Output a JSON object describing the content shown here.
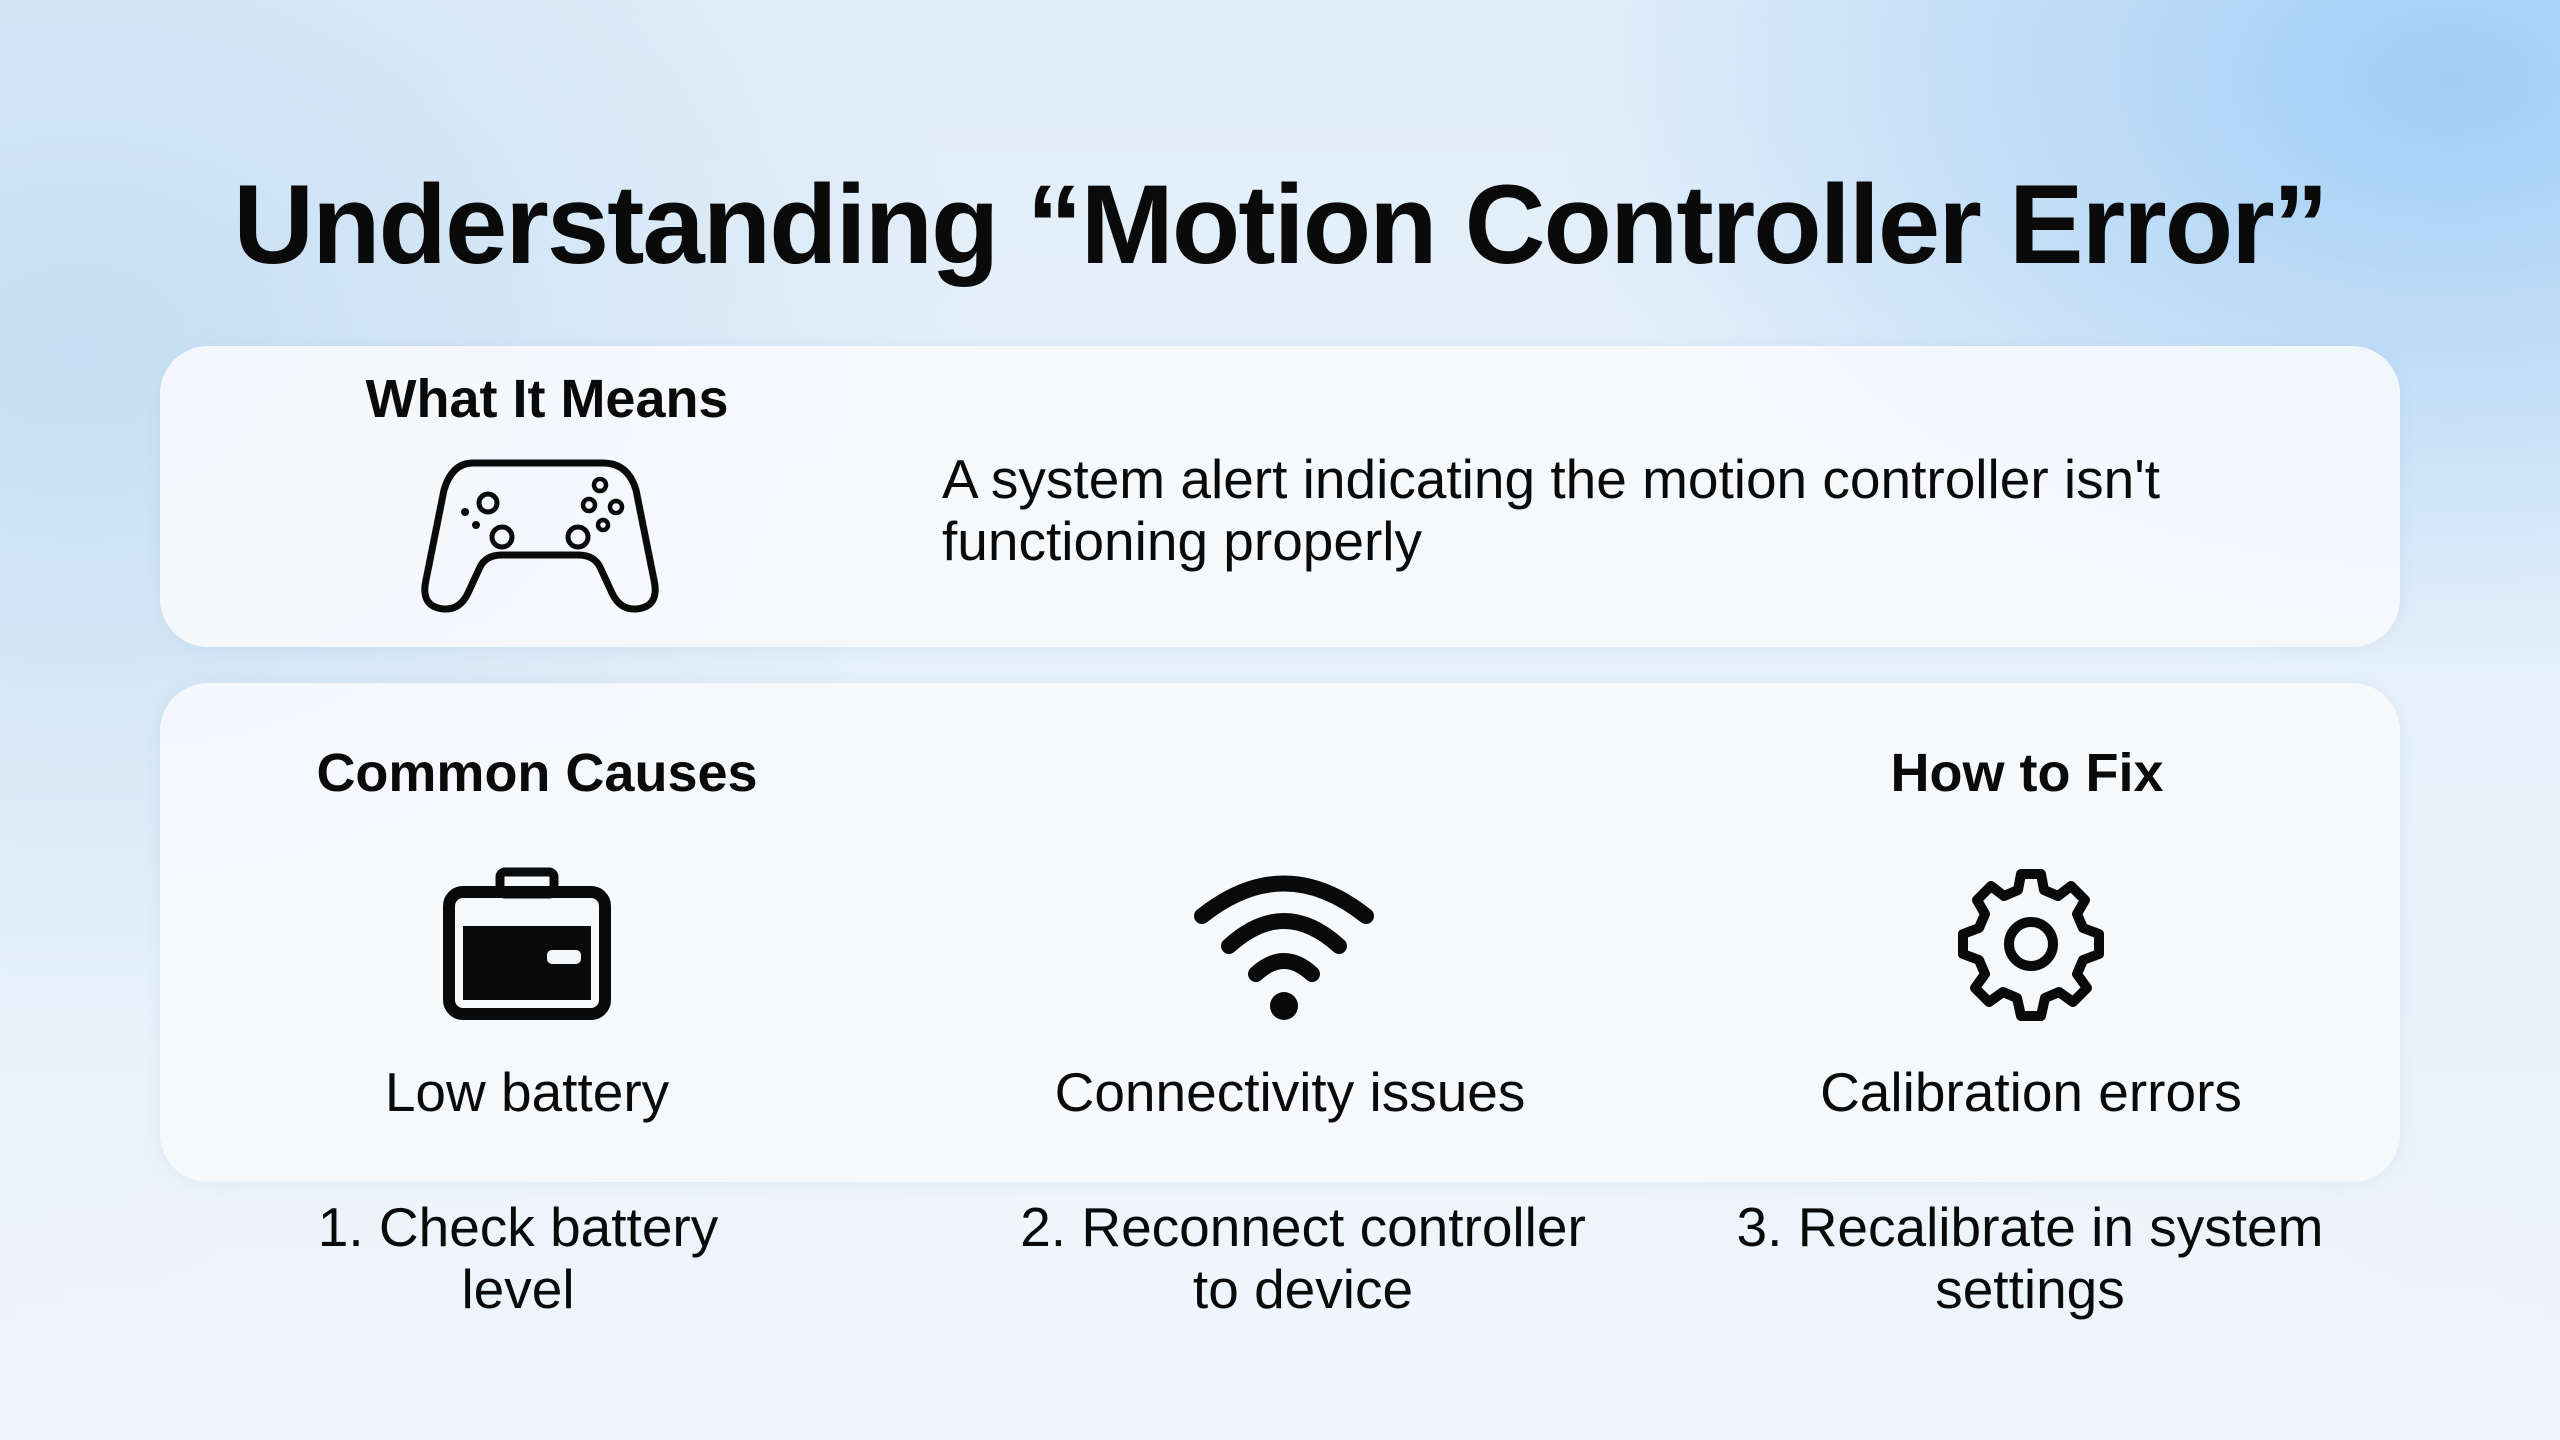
{
  "title": "Understanding “Motion Controller Error”",
  "meaning": {
    "heading": "What It Means",
    "icon": "gamepad-icon",
    "description_line1": "A system alert indicating the motion controller isn't",
    "description_line2": "functioning properly"
  },
  "causes": {
    "heading": "Common Causes",
    "items": [
      {
        "icon": "battery-icon",
        "label": "Low battery"
      },
      {
        "icon": "wifi-icon",
        "label": "Connectivity issues"
      },
      {
        "icon": "gear-icon",
        "label": "Calibration errors"
      }
    ]
  },
  "fix": {
    "heading": "How to Fix",
    "steps": [
      {
        "line1": "1. Check battery",
        "line2": "level"
      },
      {
        "line1": "2. Reconnect controller",
        "line2": "to device"
      },
      {
        "line1": "3. Recalibrate in system",
        "line2": "settings"
      }
    ]
  }
}
